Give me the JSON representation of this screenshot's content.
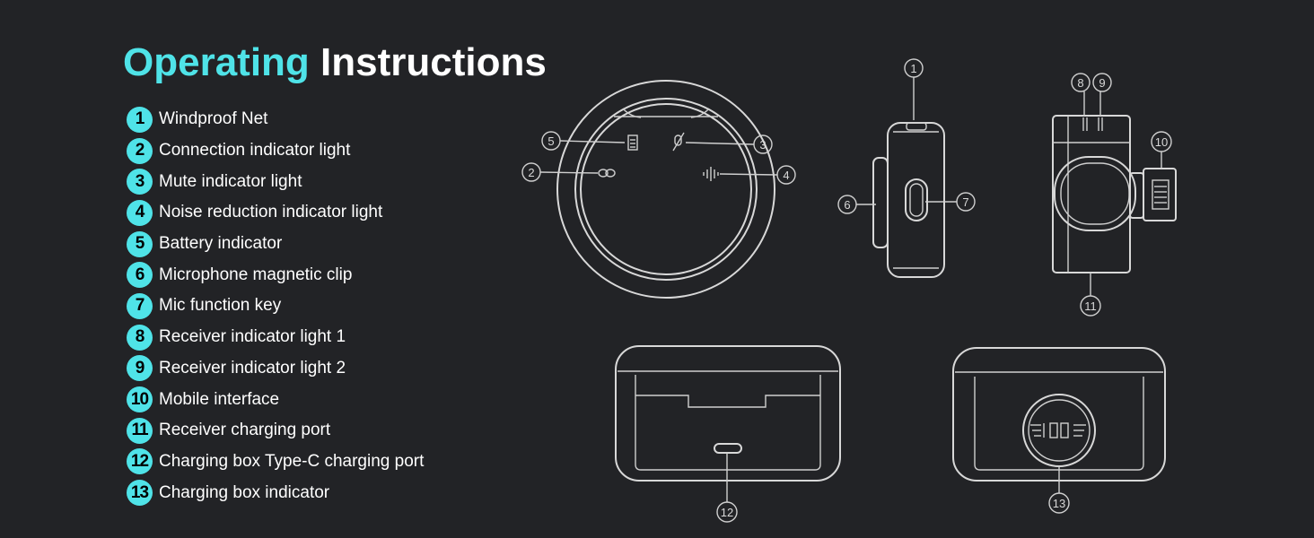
{
  "title": {
    "accent": "Operating",
    "rest": "Instructions"
  },
  "items": [
    {
      "num": "1",
      "label": "Windproof Net"
    },
    {
      "num": "2",
      "label": "Connection indicator light"
    },
    {
      "num": "3",
      "label": "Mute indicator light"
    },
    {
      "num": "4",
      "label": "Noise reduction indicator light"
    },
    {
      "num": "5",
      "label": "Battery indicator"
    },
    {
      "num": "6",
      "label": "Microphone magnetic clip"
    },
    {
      "num": "7",
      "label": "Mic function key"
    },
    {
      "num": "8",
      "label": "Receiver indicator light 1"
    },
    {
      "num": "9",
      "label": "Receiver indicator light 2"
    },
    {
      "num": "10",
      "label": "Mobile interface"
    },
    {
      "num": "11",
      "label": "Receiver charging port"
    },
    {
      "num": "12",
      "label": "Charging box Type-C charging port"
    },
    {
      "num": "13",
      "label": "Charging box indicator"
    }
  ],
  "colors": {
    "accent": "#4fe3e8",
    "background": "#222326",
    "line": "#d8d8d8"
  }
}
